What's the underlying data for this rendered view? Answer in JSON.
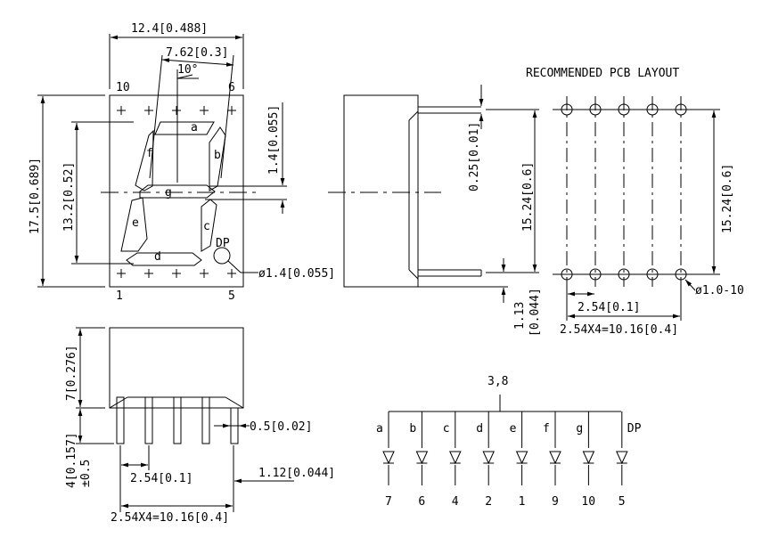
{
  "front_view": {
    "width_dim": "12.4[0.488]",
    "pin_spacing_dim": "7.62[0.3]",
    "slant_angle": "10°",
    "height_dim": "17.5[0.689]",
    "digit_height_dim": "13.2[0.52]",
    "segment_width_dim": "1.4[0.055]",
    "dp_diameter_dim": "ø1.4[0.055]",
    "corner_pins": [
      "10",
      "6",
      "1",
      "5"
    ],
    "segments": [
      "a",
      "b",
      "c",
      "d",
      "e",
      "f",
      "g"
    ],
    "dp_label": "DP"
  },
  "side_view": {
    "lead_thickness_dim": "0.25[0.01]",
    "row_spacing_dim": "15.24[0.6]",
    "offset_dim_line1": "1.13",
    "offset_dim_line2": "[0.044]"
  },
  "pcb_layout": {
    "title": "RECOMMENDED PCB LAYOUT",
    "row_spacing_dim": "15.24[0.6]",
    "hole_dim": "ø1.0-10",
    "pitch_dim": "2.54[0.1]",
    "total_dim": "2.54X4=10.16[0.4]"
  },
  "bottom_view": {
    "body_height_dim": "7[0.276]",
    "lead_length_dim_line1": "4[0.157]",
    "lead_length_dim_line2": "±0.5",
    "lead_width_dim": "0.5[0.02]",
    "lead_shoulder_dim": "1.12[0.044]",
    "pitch_dim": "2.54[0.1]",
    "total_dim": "2.54X4=10.16[0.4]"
  },
  "schematic": {
    "common_pins": "3,8",
    "diodes": [
      {
        "segment": "a",
        "pin": "7"
      },
      {
        "segment": "b",
        "pin": "6"
      },
      {
        "segment": "c",
        "pin": "4"
      },
      {
        "segment": "d",
        "pin": "2"
      },
      {
        "segment": "e",
        "pin": "1"
      },
      {
        "segment": "f",
        "pin": "9"
      },
      {
        "segment": "g",
        "pin": "10"
      },
      {
        "segment": "DP",
        "pin": "5"
      }
    ]
  }
}
